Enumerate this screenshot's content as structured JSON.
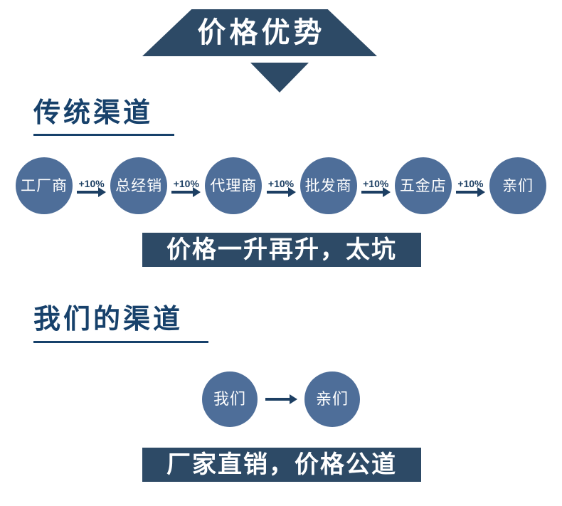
{
  "colors": {
    "banner": "#2d4a66",
    "circle": "#4e6e99",
    "heading": "#17416b",
    "arrow": "#1d3f63"
  },
  "header": {
    "title": "价格优势"
  },
  "traditional": {
    "heading": "传统渠道",
    "nodes": [
      "工厂商",
      "总经销",
      "代理商",
      "批发商",
      "五金店",
      "亲们"
    ],
    "arrow_label": "+10%",
    "slogan": "价格一升再升，太坑"
  },
  "ours": {
    "heading": "我们的渠道",
    "nodes": [
      "我们",
      "亲们"
    ],
    "slogan": "厂家直销，价格公道"
  }
}
